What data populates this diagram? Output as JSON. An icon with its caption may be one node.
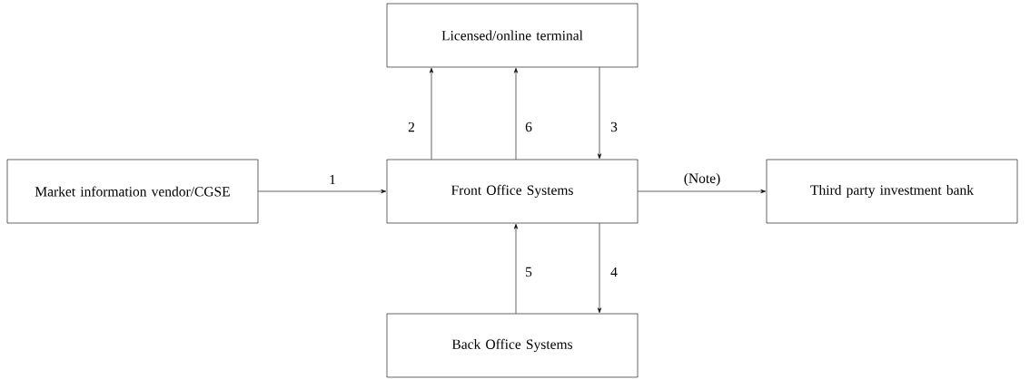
{
  "diagram": {
    "nodes": [
      {
        "text": [
          "Licensed/online terminal"
        ]
      },
      {
        "text": [
          "Market information vendor/CGSE"
        ]
      },
      {
        "text": [
          "Front Office Systems"
        ]
      },
      {
        "text": [
          "Third party investment bank"
        ]
      },
      {
        "text": [
          "Back Office Systems"
        ]
      }
    ],
    "edges": [
      {
        "from": 1,
        "to": 2,
        "arrow": "to",
        "label": "1"
      },
      {
        "from": 2,
        "to": 0,
        "arrow": "to",
        "label": "2"
      },
      {
        "from": 2,
        "to": 0,
        "arrow": "to",
        "label": "6"
      },
      {
        "from": 0,
        "to": 2,
        "arrow": "to",
        "label": "3"
      },
      {
        "from": 2,
        "to": 4,
        "arrow": "to",
        "label": "4"
      },
      {
        "from": 4,
        "to": 2,
        "arrow": "to",
        "label": "5"
      },
      {
        "from": 2,
        "to": 3,
        "arrow": "to",
        "label": "(Note)"
      }
    ]
  }
}
